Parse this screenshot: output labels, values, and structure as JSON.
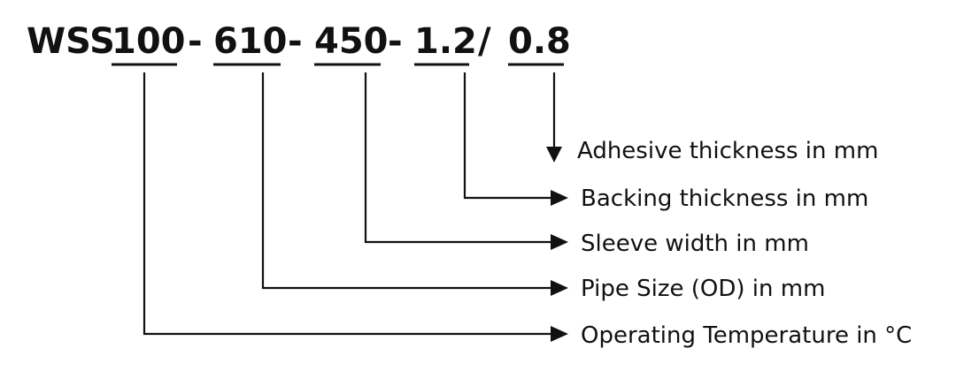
{
  "code": {
    "prefix": "WSS",
    "segments": [
      {
        "value": "100",
        "label": "Operating Temperature in °C"
      },
      {
        "value": "610",
        "label": "Pipe Size (OD) in mm"
      },
      {
        "value": "450",
        "label": "Sleeve width in mm"
      },
      {
        "value": "1.2",
        "label": "Backing thickness in mm"
      },
      {
        "value": "0.8",
        "label": "Adhesive thickness in mm"
      }
    ],
    "separators": [
      "-",
      "-",
      "-",
      "/"
    ]
  }
}
